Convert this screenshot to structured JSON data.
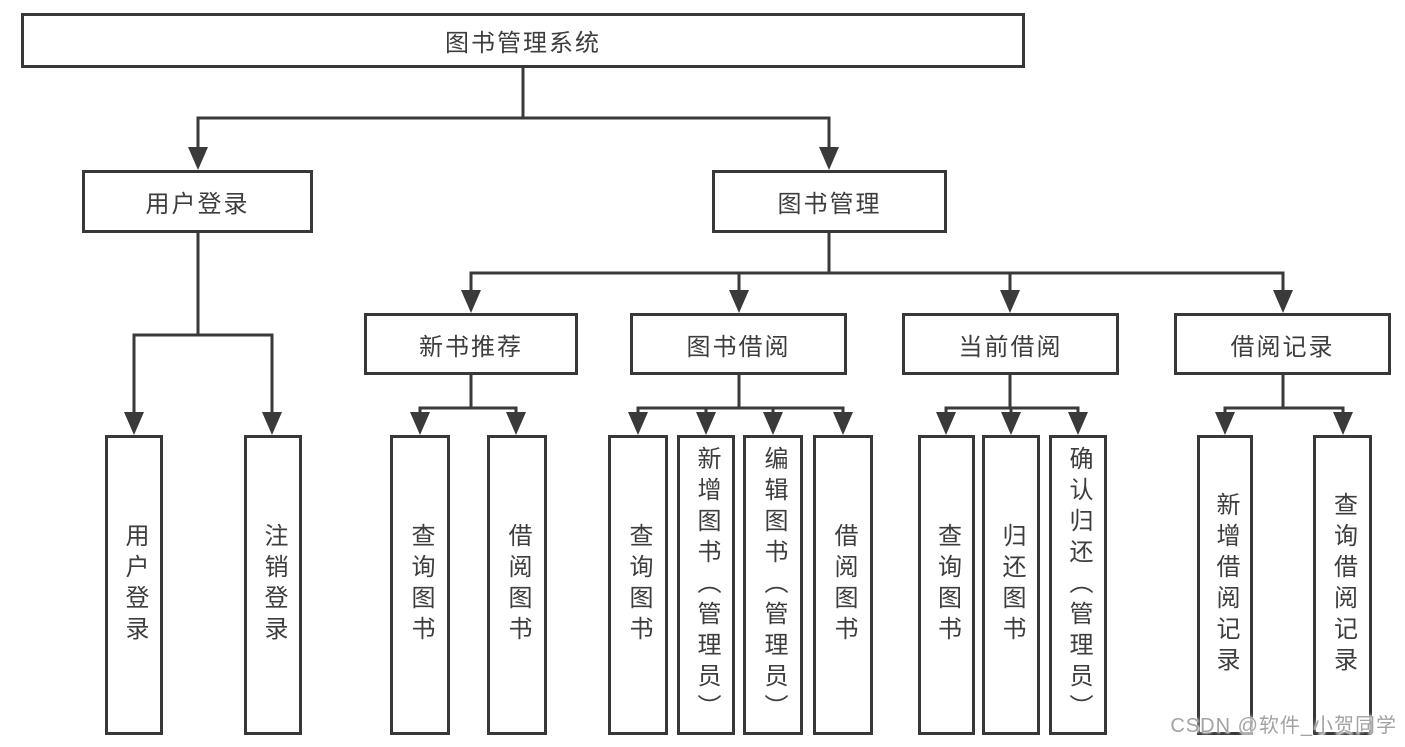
{
  "diagram": {
    "root": "图书管理系统",
    "level2": [
      "用户登录",
      "图书管理"
    ],
    "level3": [
      "新书推荐",
      "图书借阅",
      "当前借阅",
      "借阅记录"
    ],
    "leaves": {
      "user_login": [
        "用户登录",
        "注销登录"
      ],
      "new_book": [
        "查询图书",
        "借阅图书"
      ],
      "book_borrow": [
        "查询图书",
        "新增图书（管理员）",
        "编辑图书（管理员）",
        "借阅图书"
      ],
      "current_borrow": [
        "查询图书",
        "归还图书",
        "确认归还（管理员）"
      ],
      "borrow_records": [
        "新增借阅记录",
        "查询借阅记录"
      ]
    },
    "colors": {
      "line": "#3a3a3a",
      "text": "#3d3d3d",
      "background": "#ffffff",
      "watermark": "#a3a3a3"
    },
    "watermark": "CSDN @软件_小贺同学"
  }
}
